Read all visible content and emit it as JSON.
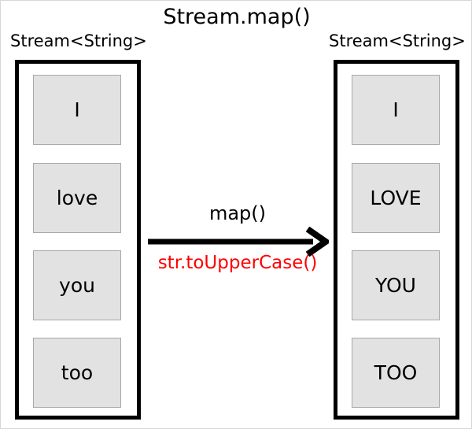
{
  "diagram": {
    "title": "Stream.map()",
    "background_color": "#ffffff",
    "accent_color": "#ff0000",
    "box_fill_color": "#e2e2e2",
    "outline_color": "#000000",
    "source": {
      "label": "Stream<String>",
      "elements": [
        {
          "value": "I"
        },
        {
          "value": "love"
        },
        {
          "value": "you"
        },
        {
          "value": "too"
        }
      ]
    },
    "operation": {
      "name": "map()",
      "lambda": "str.toUpperCase()",
      "lambda_color": "#ff0000",
      "arrow_direction": "right"
    },
    "result": {
      "label": "Stream<String>",
      "elements": [
        {
          "value": "I"
        },
        {
          "value": "LOVE"
        },
        {
          "value": "YOU"
        },
        {
          "value": "TOO"
        }
      ]
    }
  }
}
